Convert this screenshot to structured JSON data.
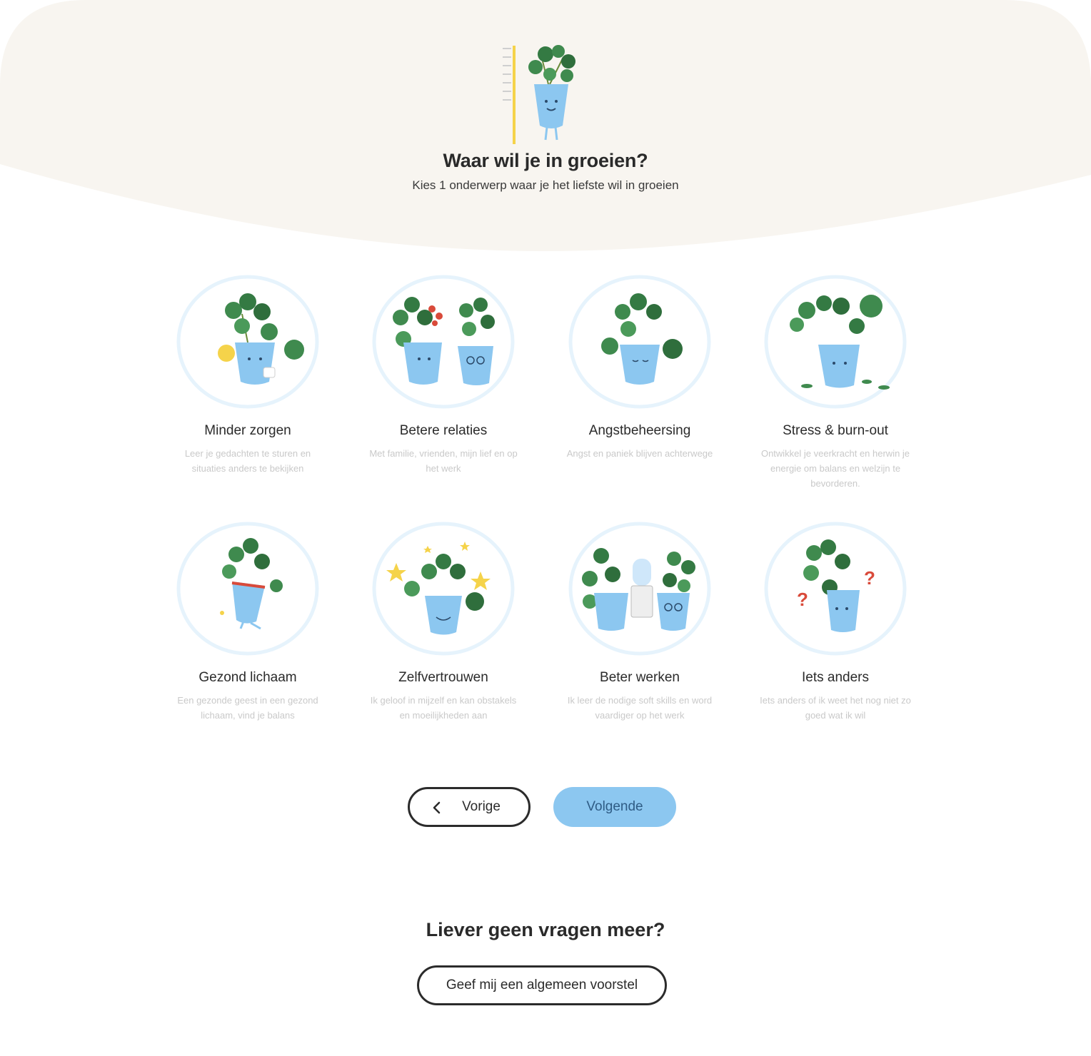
{
  "header": {
    "title": "Waar wil je in groeien?",
    "subtitle": "Kies 1 onderwerp waar je het liefste wil in groeien",
    "illustration": "growing-plant-illustration"
  },
  "topics": [
    {
      "title": "Minder zorgen",
      "description": "Leer je gedachten te sturen en situaties anders te bekijken",
      "illustration": "plant-with-coffee-and-coin"
    },
    {
      "title": "Betere relaties",
      "description": "Met familie, vrienden, mijn lief en op het werk",
      "illustration": "two-plants-with-hearts"
    },
    {
      "title": "Angstbeheersing",
      "description": "Angst en paniek blijven achterwege",
      "illustration": "calm-meditating-plant"
    },
    {
      "title": "Stress & burn-out",
      "description": "Ontwikkel je veerkracht en herwin je energie om balans en welzijn te bevorderen.",
      "illustration": "stressed-plant-dropping-leaves"
    },
    {
      "title": "Gezond lichaam",
      "description": "Een gezonde geest in een gezond lichaam, vind je balans",
      "illustration": "running-plant"
    },
    {
      "title": "Zelfvertrouwen",
      "description": "Ik geloof in mijzelf en kan obstakels en moeilijkheden aan",
      "illustration": "plant-with-stars"
    },
    {
      "title": "Beter werken",
      "description": "Ik leer de nodige soft skills en word vaardiger op het werk",
      "illustration": "plants-at-water-cooler"
    },
    {
      "title": "Iets anders",
      "description": "Iets anders of ik weet het nog niet zo goed wat ik wil",
      "illustration": "plant-with-question-marks"
    }
  ],
  "navigation": {
    "prev_label": "Vorige",
    "next_label": "Volgende"
  },
  "footer": {
    "title": "Liever geen vragen meer?",
    "general_button_label": "Geef mij een algemeen voorstel"
  },
  "colors": {
    "hero_background": "#f8f5f0",
    "pot_blue": "#8cc7f0",
    "leaf_green": "#3f8a4e",
    "next_button": "#8cc7f0",
    "ruler_yellow": "#f5d34a"
  }
}
